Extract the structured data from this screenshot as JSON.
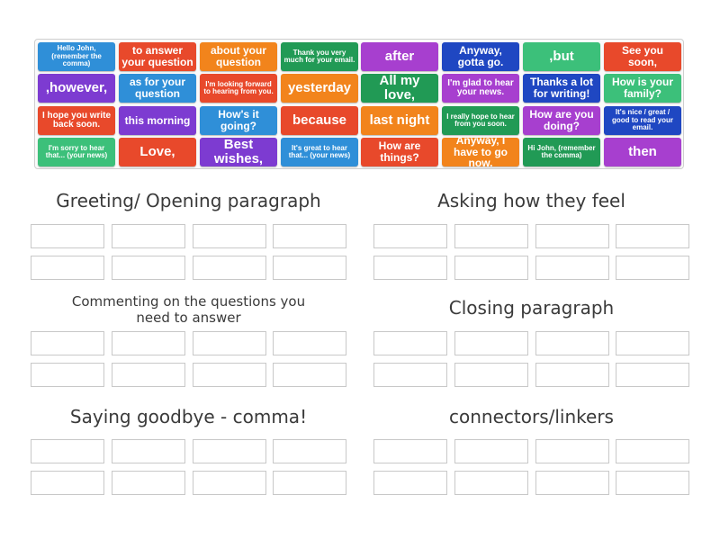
{
  "tiles": [
    {
      "text": "Hello John, (remember the comma)",
      "color": "#2f8fd8",
      "size": "xs"
    },
    {
      "text": "to answer your question",
      "color": "#e8492b",
      "size": "m"
    },
    {
      "text": "about your question",
      "color": "#f2841c",
      "size": "m"
    },
    {
      "text": "Thank you very much for your email.",
      "color": "#219a55",
      "size": "xs"
    },
    {
      "text": "after",
      "color": "#a73fcf",
      "size": "l"
    },
    {
      "text": "Anyway, gotta go.",
      "color": "#1f47c2",
      "size": "m"
    },
    {
      "text": ",but",
      "color": "#3cc07a",
      "size": "l"
    },
    {
      "text": "See you soon,",
      "color": "#e8492b",
      "size": "m"
    },
    {
      "text": ",however,",
      "color": "#7d3bd1",
      "size": "l"
    },
    {
      "text": "as for your question",
      "color": "#2f8fd8",
      "size": "m"
    },
    {
      "text": "I'm looking forward to hearing from you.",
      "color": "#e8492b",
      "size": "xs"
    },
    {
      "text": "yesterday",
      "color": "#f2841c",
      "size": "l"
    },
    {
      "text": "All my love,",
      "color": "#219a55",
      "size": "l"
    },
    {
      "text": "I'm glad to hear your news.",
      "color": "#a73fcf",
      "size": "s"
    },
    {
      "text": "Thanks a lot for writing!",
      "color": "#1f47c2",
      "size": "m"
    },
    {
      "text": "How is your family?",
      "color": "#3cc07a",
      "size": "m"
    },
    {
      "text": "I hope you write back soon.",
      "color": "#e8492b",
      "size": "s"
    },
    {
      "text": "this morning",
      "color": "#7d3bd1",
      "size": "m"
    },
    {
      "text": "How's it going?",
      "color": "#2f8fd8",
      "size": "m"
    },
    {
      "text": "because",
      "color": "#e8492b",
      "size": "l"
    },
    {
      "text": "last night",
      "color": "#f2841c",
      "size": "l"
    },
    {
      "text": "I really hope to hear from you soon.",
      "color": "#219a55",
      "size": "xs"
    },
    {
      "text": "How are you doing?",
      "color": "#a73fcf",
      "size": "m"
    },
    {
      "text": "It's nice / great / good to read your email.",
      "color": "#1f47c2",
      "size": "xs"
    },
    {
      "text": "I'm sorry to hear that... (your news)",
      "color": "#3cc07a",
      "size": "xs"
    },
    {
      "text": "Love,",
      "color": "#e8492b",
      "size": "l"
    },
    {
      "text": "Best wishes,",
      "color": "#7d3bd1",
      "size": "l"
    },
    {
      "text": "It's great to hear that... (your news)",
      "color": "#2f8fd8",
      "size": "xs"
    },
    {
      "text": "How are things?",
      "color": "#e8492b",
      "size": "m"
    },
    {
      "text": "Anyway, I have to go now.",
      "color": "#f2841c",
      "size": "m"
    },
    {
      "text": "Hi John, (remember the comma)",
      "color": "#219a55",
      "size": "xs"
    },
    {
      "text": "then",
      "color": "#a73fcf",
      "size": "l"
    }
  ],
  "zones": [
    {
      "title": "Greeting/ Opening paragraph"
    },
    {
      "title": "Asking how they feel"
    },
    {
      "title": "Commenting on the questions you need to answer"
    },
    {
      "title": "Closing paragraph"
    },
    {
      "title": "Saying goodbye - comma!"
    },
    {
      "title": "connectors/linkers"
    }
  ]
}
